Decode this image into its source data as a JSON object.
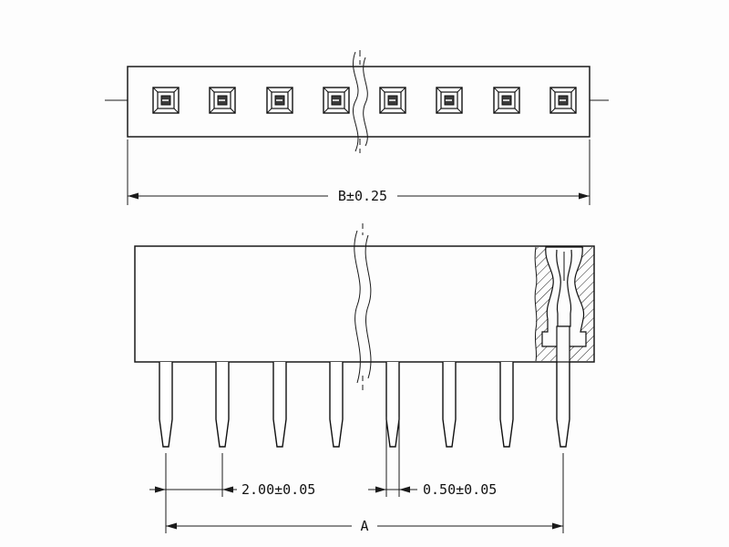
{
  "meta": {
    "background_color": "#fdfdfd",
    "line_color": "#1a1a1a"
  },
  "views": {
    "top_view": {
      "socket_count": 8
    },
    "side_view": {
      "pin_count": 8
    }
  },
  "labels": {
    "dim_b": "B±0.25",
    "dim_pitch": "2.00±0.05",
    "dim_pin_width": "0.50±0.05",
    "dim_a": "A"
  }
}
